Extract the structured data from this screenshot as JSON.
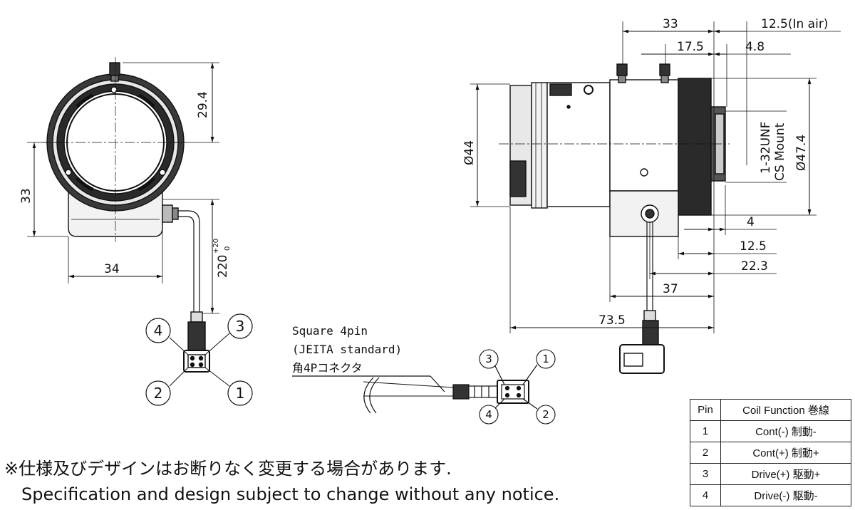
{
  "front_view": {
    "dims": {
      "d1": "29.4",
      "d2": "33",
      "d3": "34",
      "d4": "220",
      "d4_tol_upper": "+20",
      "d4_tol_lower": "0"
    },
    "pins": [
      "4",
      "3",
      "2",
      "1"
    ]
  },
  "side_view": {
    "dims": {
      "d1": "33",
      "d2": "12.5(In air)",
      "d3": "17.5",
      "d4": "4.8",
      "d5": "Ø44",
      "d6": "Ø47.4",
      "d7": "4",
      "d8": "12.5",
      "d9": "22.3",
      "d10": "37",
      "d11": "73.5"
    },
    "mount_label_1": "1-32UNF",
    "mount_label_2": "CS Mount"
  },
  "connector": {
    "label_line1": "Square 4pin",
    "label_line2": "(JEITA standard)",
    "label_line3": "角4Pコネクタ",
    "pins": [
      "3",
      "1",
      "4",
      "2"
    ]
  },
  "pin_table": {
    "headers": [
      "Pin",
      "Coil Function 巻線"
    ],
    "rows": [
      [
        "1",
        "Cont(-) 制動-"
      ],
      [
        "2",
        "Cont(+) 制動+"
      ],
      [
        "3",
        "Drive(+) 駆動+"
      ],
      [
        "4",
        "Drive(-) 駆動-"
      ]
    ]
  },
  "notes": {
    "jp": "※仕様及びデザインはお断りなく変更する場合があります.",
    "en": "Specification and design subject to change without any notice."
  }
}
